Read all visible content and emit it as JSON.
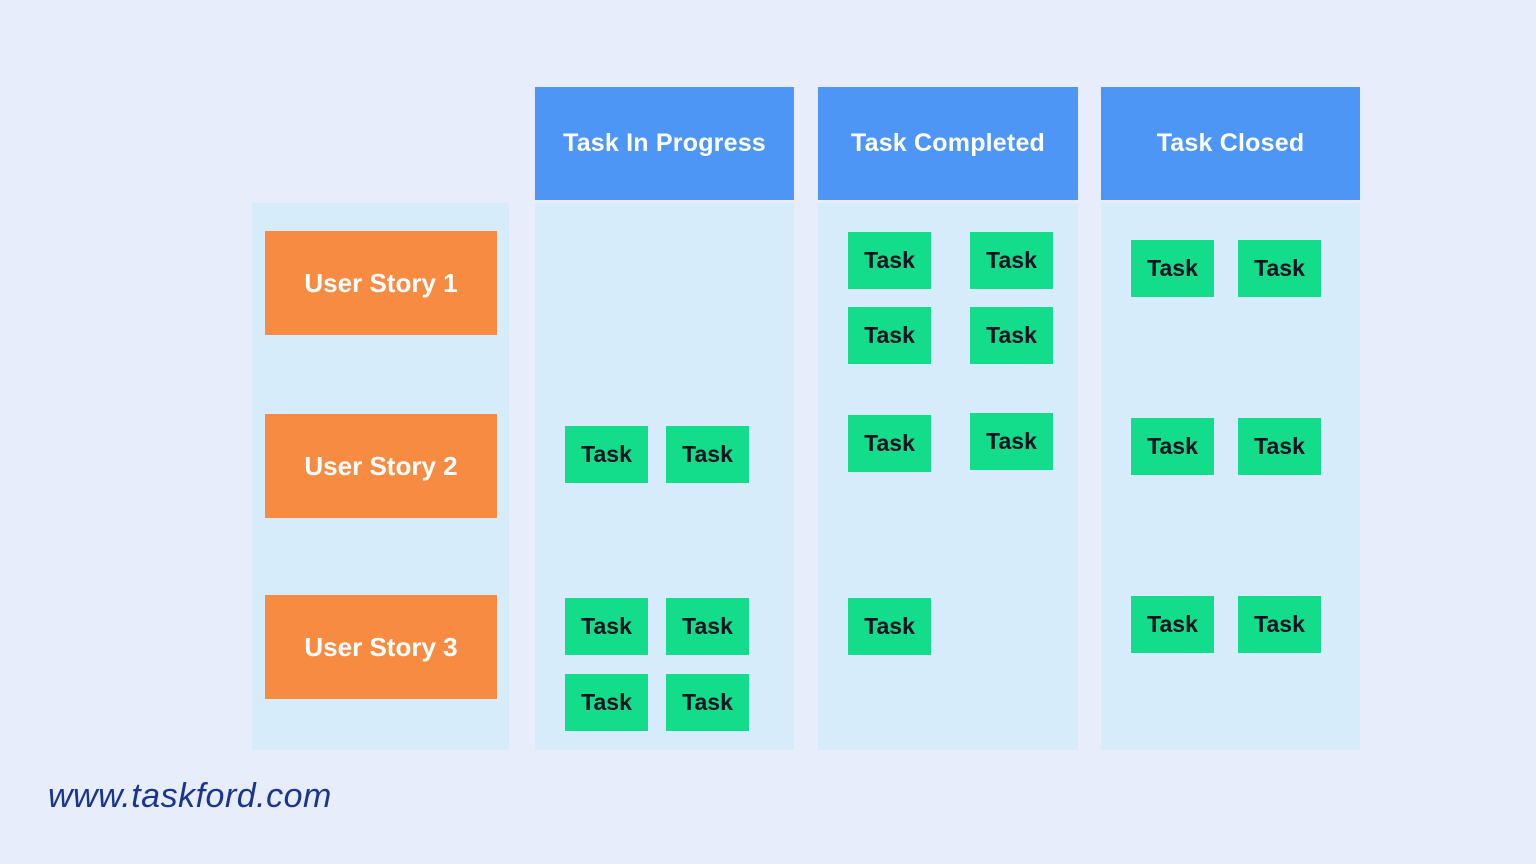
{
  "page": {
    "footer": "www.taskford.com"
  },
  "colors": {
    "page_bg": "#E7EDFB",
    "column_bg": "#D6ECFB",
    "header_blue": "#4D96F6",
    "story_orange": "#F78B41",
    "task_green": "#13DC8B",
    "task_text": "#0B1220",
    "header_text": "#FFFFFF",
    "footer_text": "#1A3590"
  },
  "board": {
    "story_column": {
      "stories": [
        {
          "label": "User Story 1"
        },
        {
          "label": "User Story 2"
        },
        {
          "label": "User Story 3"
        }
      ]
    },
    "columns": [
      {
        "title": "Task In Progress",
        "groups": [
          {
            "tasks": []
          },
          {
            "tasks": [
              "Task",
              "Task"
            ]
          },
          {
            "tasks": [
              "Task",
              "Task",
              "Task",
              "Task"
            ]
          }
        ]
      },
      {
        "title": "Task Completed",
        "groups": [
          {
            "tasks": [
              "Task",
              "Task",
              "Task",
              "Task"
            ]
          },
          {
            "tasks": [
              "Task",
              "Task"
            ]
          },
          {
            "tasks": [
              "Task"
            ]
          }
        ]
      },
      {
        "title": "Task Closed",
        "groups": [
          {
            "tasks": [
              "Task",
              "Task"
            ]
          },
          {
            "tasks": [
              "Task",
              "Task"
            ]
          },
          {
            "tasks": [
              "Task",
              "Task"
            ]
          }
        ]
      }
    ]
  }
}
